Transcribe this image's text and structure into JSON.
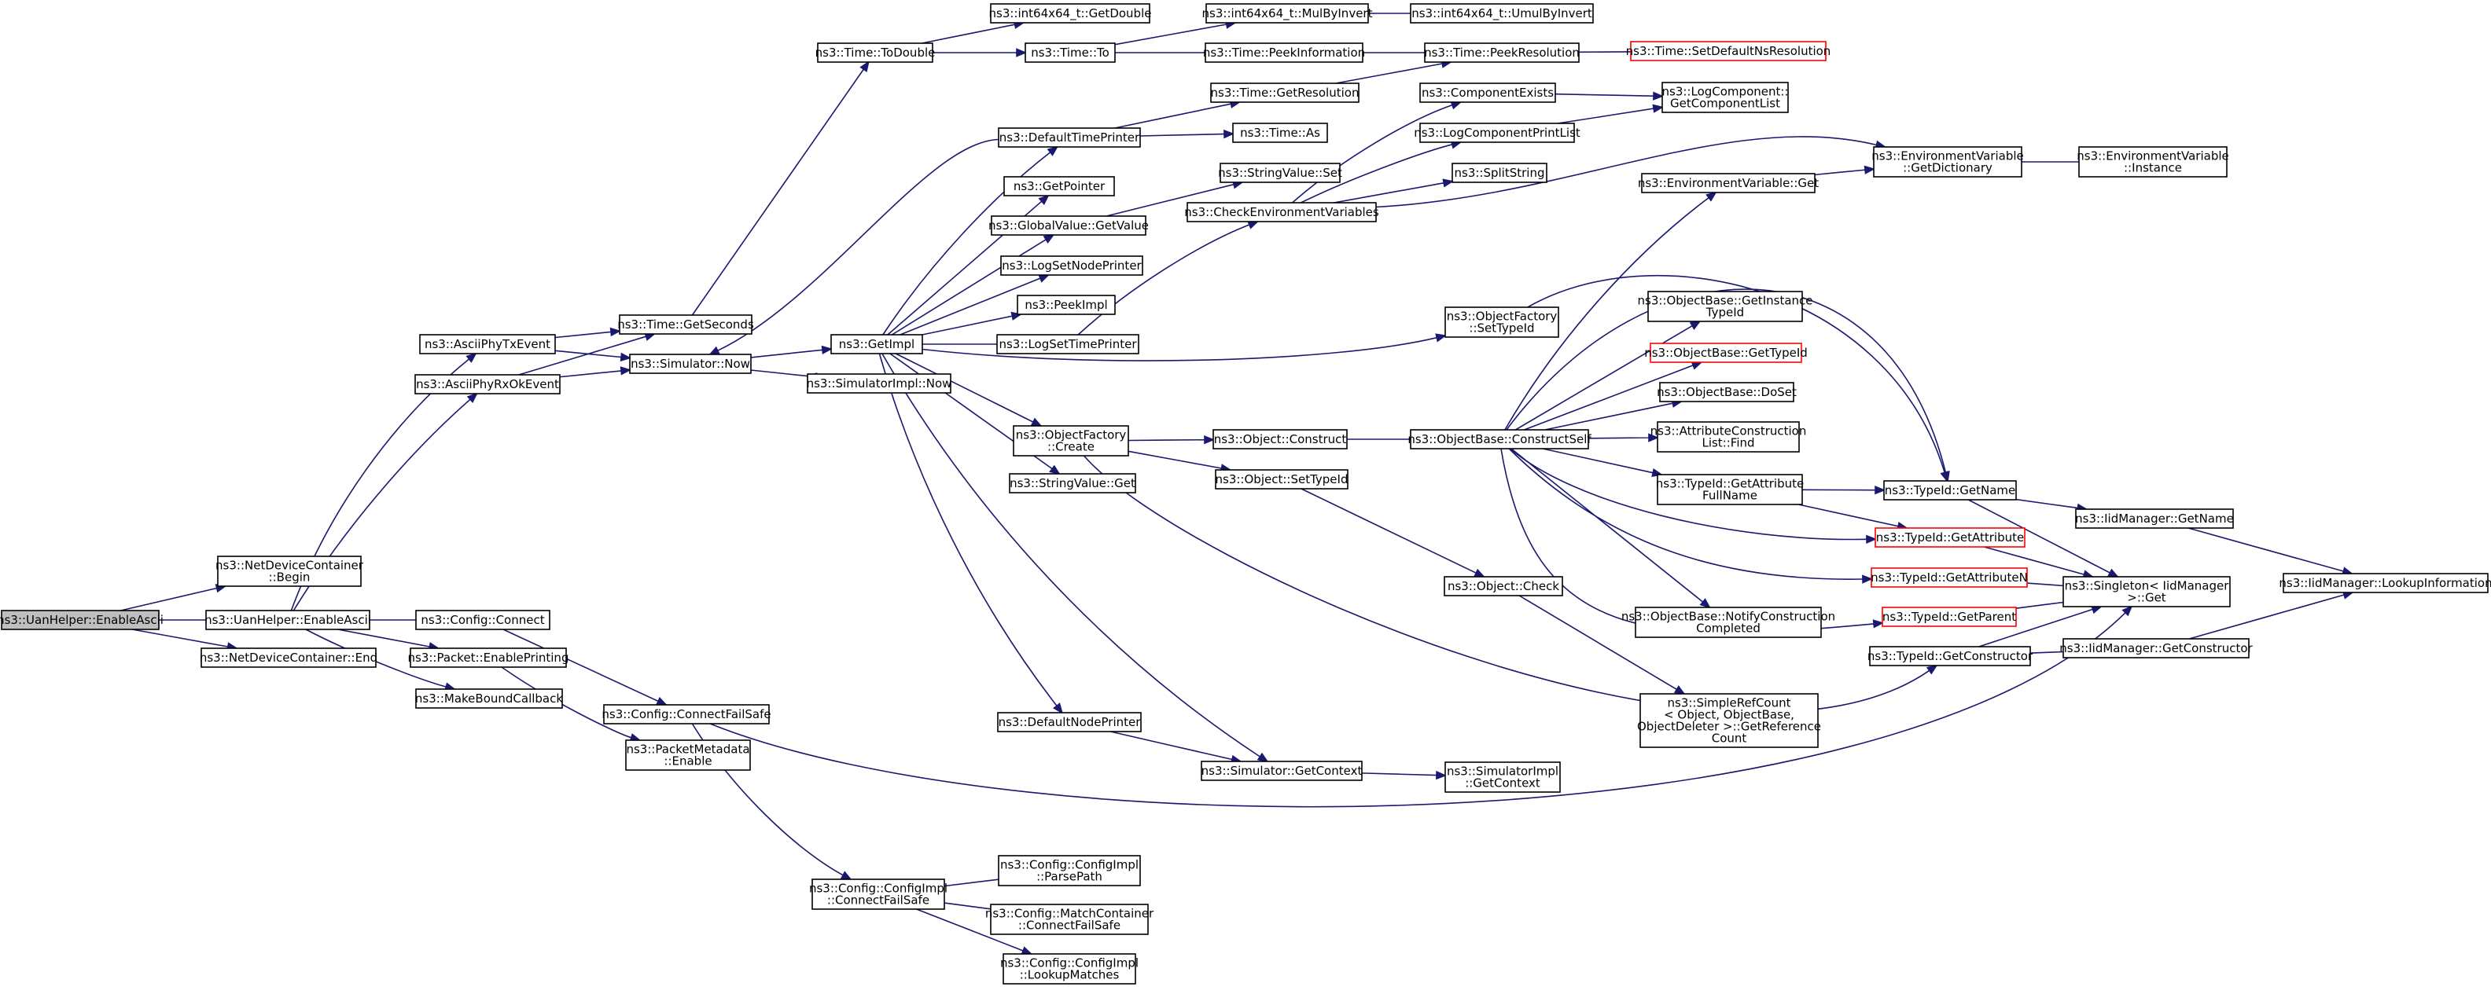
{
  "diagram": {
    "nodes": [
      {
        "id": "uanhelper_enableascii",
        "label": [
          "ns3::UanHelper::EnableAscii"
        ],
        "highlight": true
      },
      {
        "id": "netdev_begin",
        "label": [
          "ns3::NetDeviceContainer",
          "::Begin"
        ]
      },
      {
        "id": "uanhelper_enableascii2",
        "label": [
          "ns3::UanHelper::EnableAscii"
        ]
      },
      {
        "id": "netdev_end",
        "label": [
          "ns3::NetDeviceContainer::End"
        ]
      },
      {
        "id": "asciiphytx",
        "label": [
          "ns3::AsciiPhyTxEvent"
        ]
      },
      {
        "id": "asciiphyrx",
        "label": [
          "ns3::AsciiPhyRxOkEvent"
        ]
      },
      {
        "id": "config_connect",
        "label": [
          "ns3::Config::Connect"
        ]
      },
      {
        "id": "packet_enableprinting",
        "label": [
          "ns3::Packet::EnablePrinting"
        ]
      },
      {
        "id": "makeboundcallback",
        "label": [
          "ns3::MakeBoundCallback"
        ]
      },
      {
        "id": "time_getseconds",
        "label": [
          "ns3::Time::GetSeconds"
        ]
      },
      {
        "id": "simulator_now",
        "label": [
          "ns3::Simulator::Now"
        ]
      },
      {
        "id": "config_connectfailsafe",
        "label": [
          "ns3::Config::ConnectFailSafe"
        ]
      },
      {
        "id": "packetmetadata_enable",
        "label": [
          "ns3::PacketMetadata",
          "::Enable"
        ]
      },
      {
        "id": "time_todouble",
        "label": [
          "ns3::Time::ToDouble"
        ]
      },
      {
        "id": "getimpl",
        "label": [
          "ns3::GetImpl"
        ]
      },
      {
        "id": "simulatorimpl_now",
        "label": [
          "ns3::SimulatorImpl::Now"
        ]
      },
      {
        "id": "configimpl_connectfailsafe",
        "label": [
          "ns3::Config::ConfigImpl",
          "::ConnectFailSafe"
        ]
      },
      {
        "id": "int64_getdouble",
        "label": [
          "ns3::int64x64_t::GetDouble"
        ]
      },
      {
        "id": "time_to",
        "label": [
          "ns3::Time::To"
        ]
      },
      {
        "id": "defaulttimeprinter",
        "label": [
          "ns3::DefaultTimePrinter"
        ]
      },
      {
        "id": "getpointer",
        "label": [
          "ns3::GetPointer"
        ]
      },
      {
        "id": "globalvalue_getvalue",
        "label": [
          "ns3::GlobalValue::GetValue"
        ]
      },
      {
        "id": "logsetnodeprinter",
        "label": [
          "ns3::LogSetNodePrinter"
        ]
      },
      {
        "id": "peekimpl",
        "label": [
          "ns3::PeekImpl"
        ]
      },
      {
        "id": "logsettimeprinter",
        "label": [
          "ns3::LogSetTimePrinter"
        ]
      },
      {
        "id": "objectfactory_create",
        "label": [
          "ns3::ObjectFactory",
          "::Create"
        ]
      },
      {
        "id": "stringvalue_get",
        "label": [
          "ns3::StringValue::Get"
        ]
      },
      {
        "id": "defaultnodeprinter",
        "label": [
          "ns3::DefaultNodePrinter"
        ]
      },
      {
        "id": "configimpl_parsepath",
        "label": [
          "ns3::Config::ConfigImpl",
          "::ParsePath"
        ]
      },
      {
        "id": "matchcontainer_connectfailsafe",
        "label": [
          "ns3::Config::MatchContainer",
          "::ConnectFailSafe"
        ]
      },
      {
        "id": "configimpl_lookupmatches",
        "label": [
          "ns3::Config::ConfigImpl",
          "::LookupMatches"
        ]
      },
      {
        "id": "int64_mulbyinvert",
        "label": [
          "ns3::int64x64_t::MulByInvert"
        ]
      },
      {
        "id": "time_peekinformation",
        "label": [
          "ns3::Time::PeekInformation"
        ]
      },
      {
        "id": "time_getresolution",
        "label": [
          "ns3::Time::GetResolution"
        ]
      },
      {
        "id": "time_as",
        "label": [
          "ns3::Time::As"
        ]
      },
      {
        "id": "stringvalue_set",
        "label": [
          "ns3::StringValue::Set"
        ]
      },
      {
        "id": "checkenvvars",
        "label": [
          "ns3::CheckEnvironmentVariables"
        ]
      },
      {
        "id": "object_construct",
        "label": [
          "ns3::Object::Construct"
        ]
      },
      {
        "id": "object_settypeid",
        "label": [
          "ns3::Object::SetTypeId"
        ]
      },
      {
        "id": "simulator_getcontext",
        "label": [
          "ns3::Simulator::GetContext"
        ]
      },
      {
        "id": "int64_umulbyinvert",
        "label": [
          "ns3::int64x64_t::UmulByInvert"
        ]
      },
      {
        "id": "time_peekresolution",
        "label": [
          "ns3::Time::PeekResolution"
        ]
      },
      {
        "id": "componentexists",
        "label": [
          "ns3::ComponentExists"
        ]
      },
      {
        "id": "logcomponentprintlist",
        "label": [
          "ns3::LogComponentPrintList"
        ]
      },
      {
        "id": "splitstring",
        "label": [
          "ns3::SplitString"
        ]
      },
      {
        "id": "objectfactory_settypeid",
        "label": [
          "ns3::ObjectFactory",
          "::SetTypeId"
        ]
      },
      {
        "id": "objectbase_constructself",
        "label": [
          "ns3::ObjectBase::ConstructSelf"
        ]
      },
      {
        "id": "object_check",
        "label": [
          "ns3::Object::Check"
        ]
      },
      {
        "id": "simulatorimpl_getcontext",
        "label": [
          "ns3::SimulatorImpl",
          "::GetContext"
        ]
      },
      {
        "id": "time_setdefaultnsresolution",
        "label": [
          "ns3::Time::SetDefaultNsResolution"
        ],
        "red": true
      },
      {
        "id": "logcomponent_getcomponentlist",
        "label": [
          "ns3::LogComponent::",
          "GetComponentList"
        ]
      },
      {
        "id": "envvar_get",
        "label": [
          "ns3::EnvironmentVariable::Get"
        ]
      },
      {
        "id": "objectbase_getinstancetypeid",
        "label": [
          "ns3::ObjectBase::GetInstance",
          "TypeId"
        ]
      },
      {
        "id": "objectbase_gettypeid",
        "label": [
          "ns3::ObjectBase::GetTypeId"
        ],
        "red": true
      },
      {
        "id": "objectbase_doset",
        "label": [
          "ns3::ObjectBase::DoSet"
        ]
      },
      {
        "id": "attributeconstructionlist_find",
        "label": [
          "ns3::AttributeConstruction",
          "List::Find"
        ]
      },
      {
        "id": "typeid_getattributefullname",
        "label": [
          "ns3::TypeId::GetAttribute",
          "FullName"
        ]
      },
      {
        "id": "objectbase_notifyconstructioncompleted",
        "label": [
          "ns3::ObjectBase::NotifyConstruction",
          "Completed"
        ]
      },
      {
        "id": "simplerefcount_getreferencecount",
        "label": [
          "ns3::SimpleRefCount",
          "< Object, ObjectBase,",
          "ObjectDeleter >::GetReference",
          "Count"
        ]
      },
      {
        "id": "envvar_getdictionary",
        "label": [
          "ns3::EnvironmentVariable",
          "::GetDictionary"
        ]
      },
      {
        "id": "typeid_getname",
        "label": [
          "ns3::TypeId::GetName"
        ]
      },
      {
        "id": "typeid_getattribute",
        "label": [
          "ns3::TypeId::GetAttribute"
        ],
        "red": true
      },
      {
        "id": "typeid_getattributen",
        "label": [
          "ns3::TypeId::GetAttributeN"
        ],
        "red": true
      },
      {
        "id": "typeid_getparent",
        "label": [
          "ns3::TypeId::GetParent"
        ],
        "red": true
      },
      {
        "id": "typeid_getconstructor",
        "label": [
          "ns3::TypeId::GetConstructor"
        ]
      },
      {
        "id": "envvar_instance",
        "label": [
          "ns3::EnvironmentVariable",
          "::Instance"
        ]
      },
      {
        "id": "iidmanager_getname",
        "label": [
          "ns3::IidManager::GetName"
        ]
      },
      {
        "id": "singleton_get",
        "label": [
          "ns3::Singleton< IidManager",
          ">::Get"
        ]
      },
      {
        "id": "iidmanager_getconstructor",
        "label": [
          "ns3::IidManager::GetConstructor"
        ]
      },
      {
        "id": "iidmanager_lookupinformation",
        "label": [
          "ns3::IidManager::LookupInformation"
        ]
      }
    ],
    "colors": {
      "edge": "#191970",
      "node_border": "#000000",
      "highlight_fill": "#bfbfbf",
      "missing_border": "#ff0000"
    }
  }
}
